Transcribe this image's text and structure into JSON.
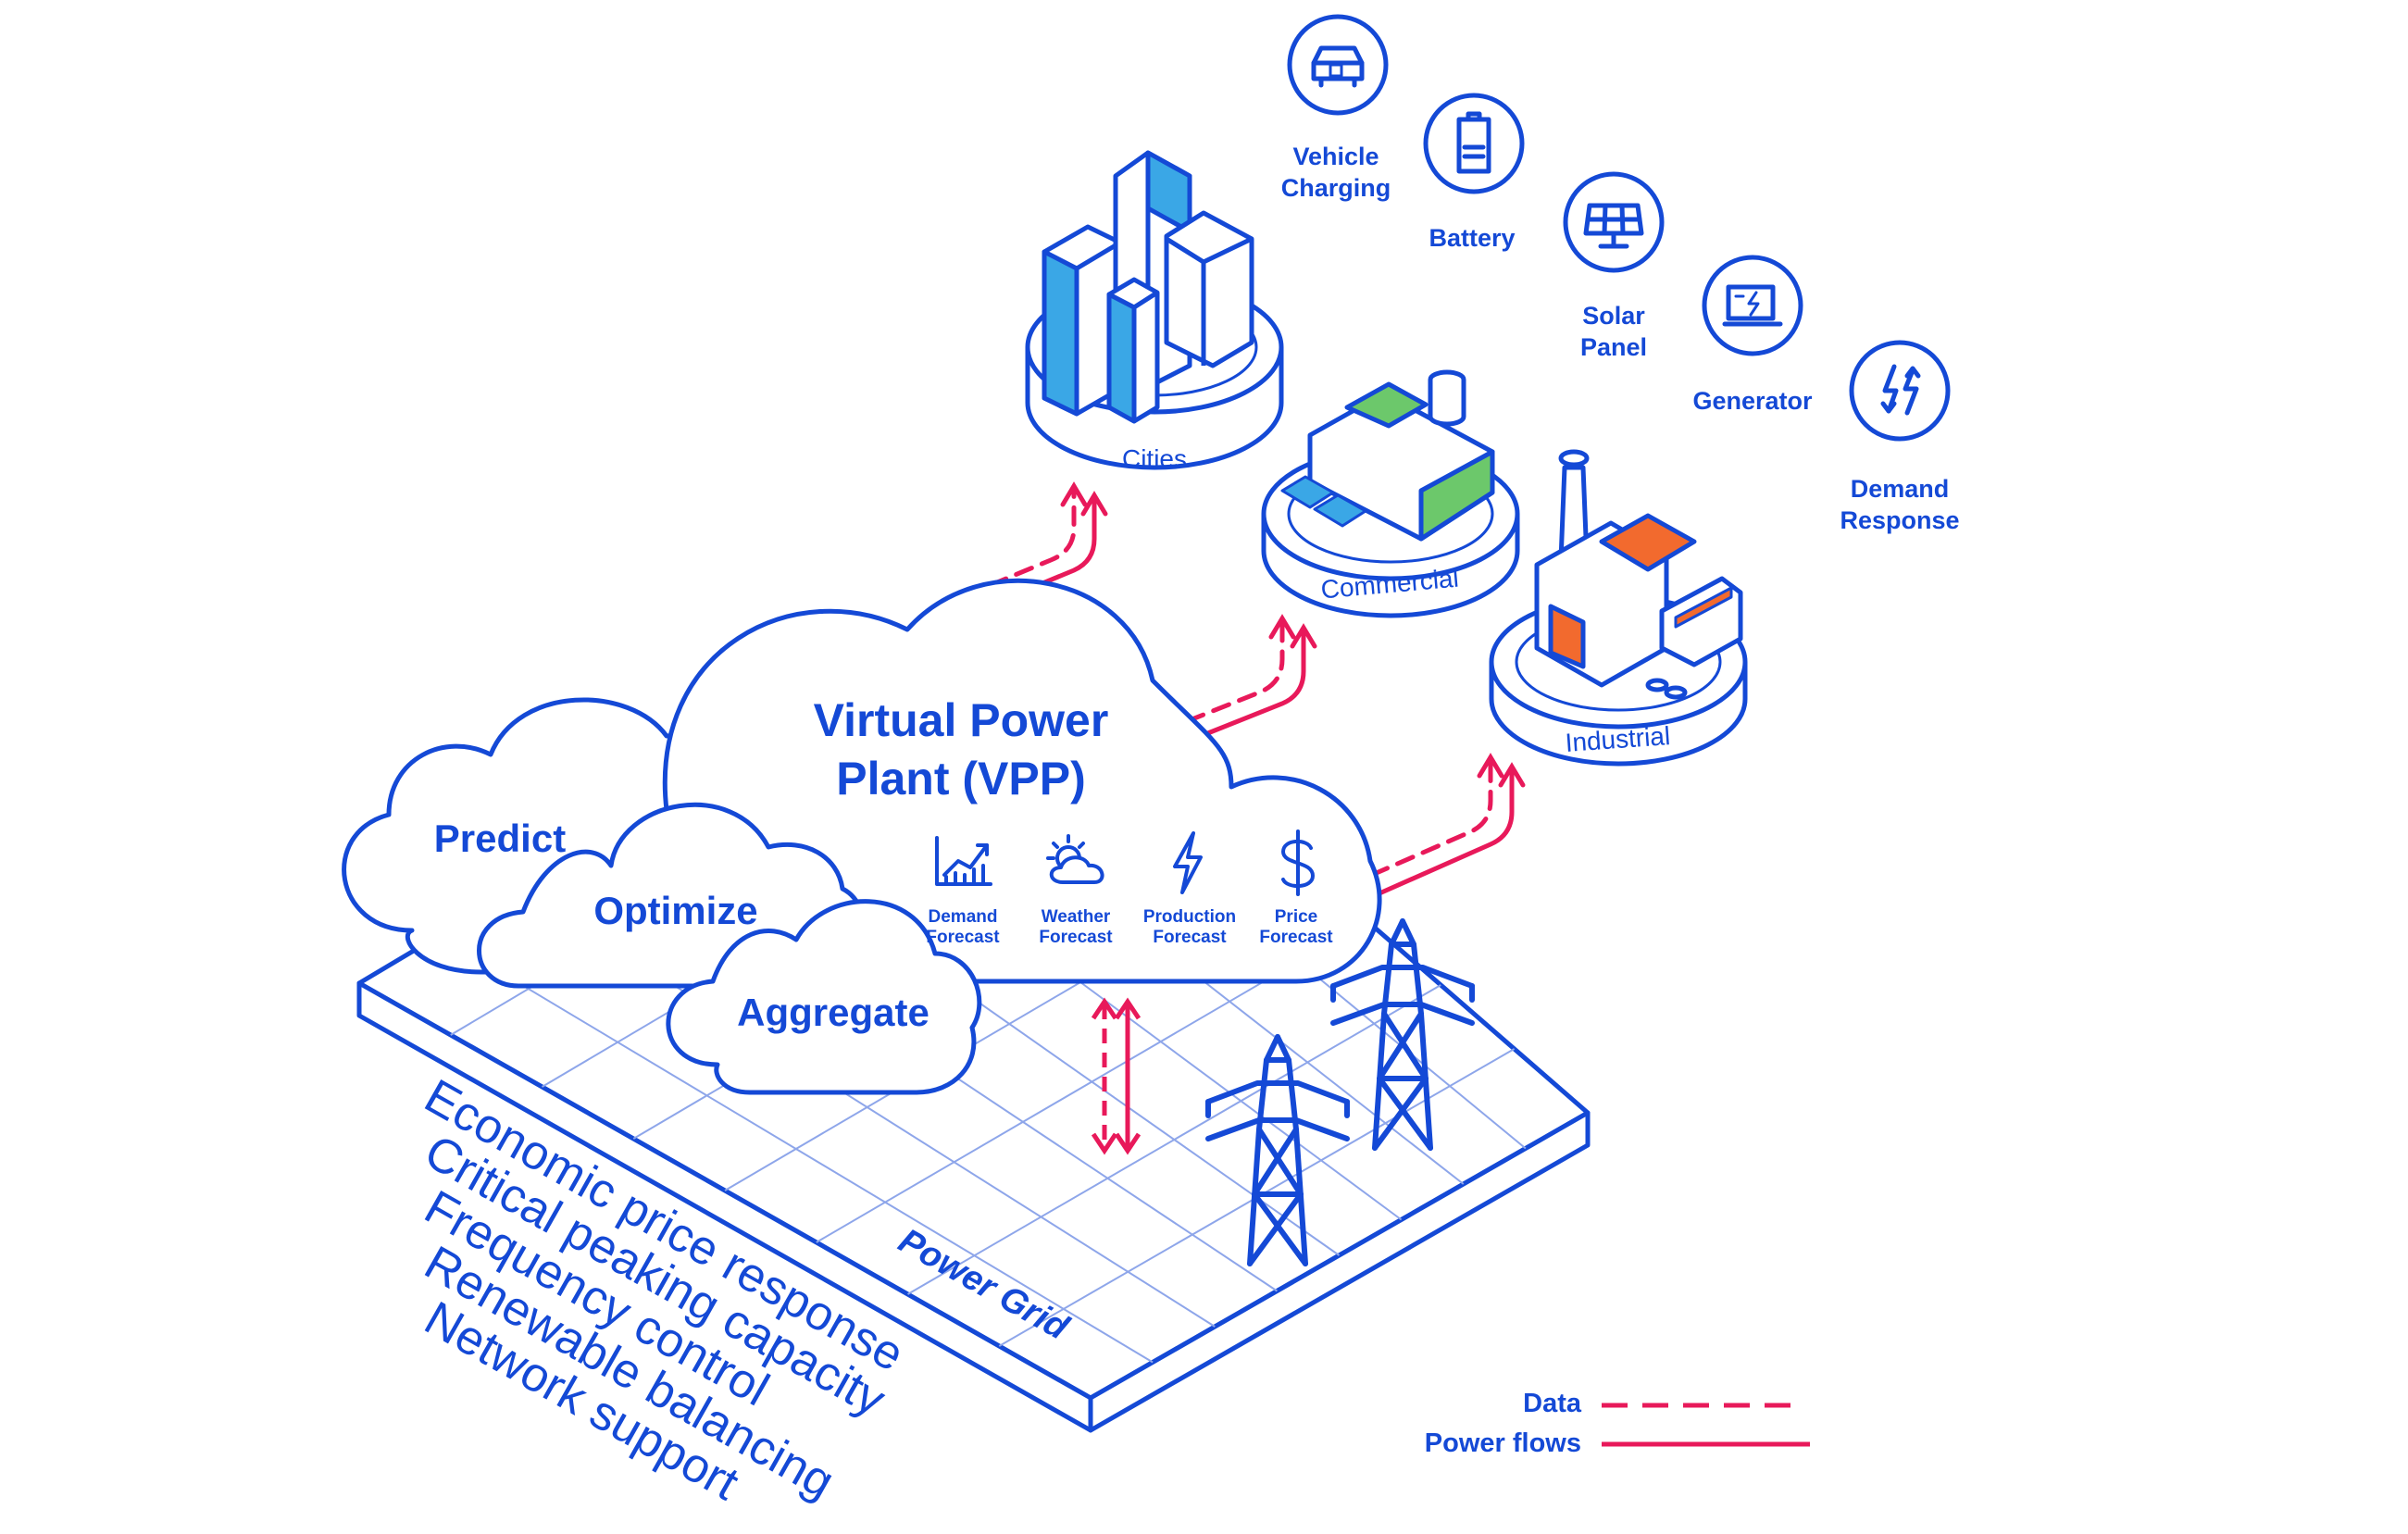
{
  "colors": {
    "primary": "#1449d6",
    "pink": "#e8195a",
    "light_blue": "#3aa7e6",
    "green": "#6cc86b",
    "orange": "#f26a2e",
    "grid_line": "#8ea6ea"
  },
  "vpp": {
    "title_line1": "Virtual Power",
    "title_line2": "Plant (VPP)"
  },
  "clouds": {
    "predict": "Predict",
    "optimize": "Optimize",
    "aggregate": "Aggregate"
  },
  "forecasts": [
    {
      "icon": "chart-icon",
      "line1": "Demand",
      "line2": "Forecast"
    },
    {
      "icon": "weather-icon",
      "line1": "Weather",
      "line2": "Forecast"
    },
    {
      "icon": "lightning-icon",
      "line1": "Production",
      "line2": "Forecast"
    },
    {
      "icon": "dollar-icon",
      "line1": "Price",
      "line2": "Forecast"
    }
  ],
  "platforms": {
    "cities": "Cities",
    "commercial": "Commercial",
    "industrial": "Industrial"
  },
  "resources": [
    {
      "icon": "car-plug-icon",
      "line1": "Vehicle",
      "line2": "Charging"
    },
    {
      "icon": "battery-icon",
      "line1": "Battery",
      "line2": ""
    },
    {
      "icon": "solar-panel-icon",
      "line1": "Solar",
      "line2": "Panel"
    },
    {
      "icon": "generator-icon",
      "line1": "Generator",
      "line2": ""
    },
    {
      "icon": "demand-response-icon",
      "line1": "Demand",
      "line2": "Response"
    }
  ],
  "grid": {
    "label": "Power Grid"
  },
  "services": [
    "Economic price response",
    "Critical peaking capacity",
    "Frequency control",
    "Renewable balancing",
    "Network support"
  ],
  "legend": {
    "data": "Data",
    "power": "Power flows"
  }
}
